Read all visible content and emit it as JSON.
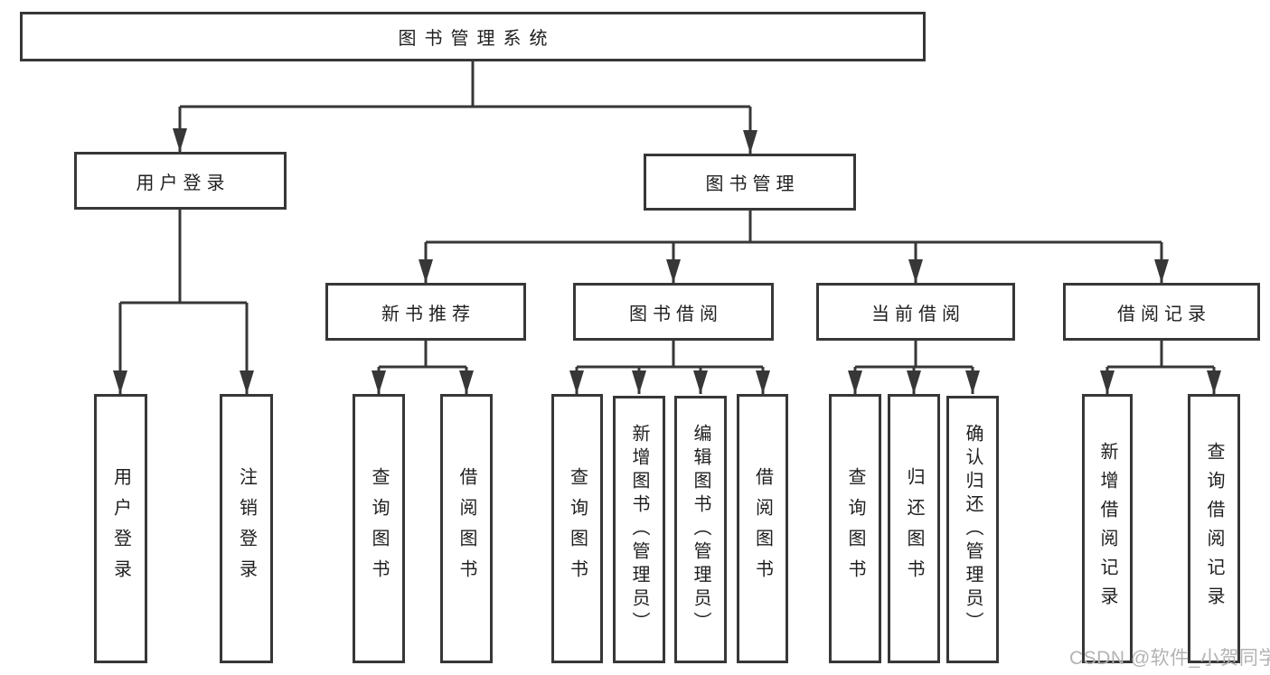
{
  "watermark": "CSDN @软件_小贺同学",
  "colors": {
    "line": "#373737",
    "text": "#1f1f1f",
    "watermark_text": "#b3b3b3",
    "background": "#ffffff"
  },
  "tree": {
    "root": {
      "label": "图书管理系统"
    },
    "branches": [
      {
        "label": "用户登录",
        "children": [
          {
            "label": "用户登录"
          },
          {
            "label": "注销登录"
          }
        ]
      },
      {
        "label": "图书管理",
        "children": [
          {
            "label": "新书推荐",
            "children": [
              {
                "label": "查询图书"
              },
              {
                "label": "借阅图书"
              }
            ]
          },
          {
            "label": "图书借阅",
            "children": [
              {
                "label": "查询图书"
              },
              {
                "label": "新增图书（管理员）"
              },
              {
                "label": "编辑图书（管理员）"
              },
              {
                "label": "借阅图书"
              }
            ]
          },
          {
            "label": "当前借阅",
            "children": [
              {
                "label": "查询图书"
              },
              {
                "label": "归还图书"
              },
              {
                "label": "确认归还（管理员）"
              }
            ]
          },
          {
            "label": "借阅记录",
            "children": [
              {
                "label": "新增借阅记录"
              },
              {
                "label": "查询借阅记录"
              }
            ]
          }
        ]
      }
    ]
  }
}
